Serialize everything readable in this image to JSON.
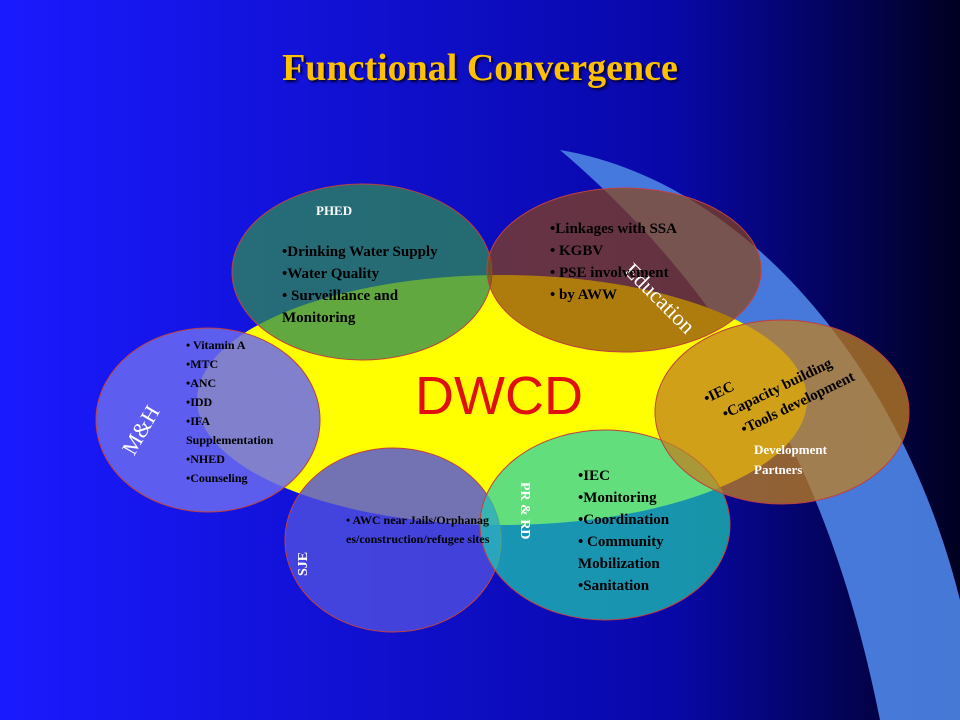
{
  "title": "Functional Convergence",
  "center_label": "DWCD",
  "nodes": {
    "phed": {
      "label": "PHED",
      "items": [
        "Drinking Water Supply",
        "Water Quality",
        " Surveillance and Monitoring"
      ]
    },
    "education": {
      "label": "Education",
      "items": [
        "Linkages with SSA",
        " KGBV",
        " PSE involvement",
        " by AWW"
      ]
    },
    "mh": {
      "label": "M&H",
      "items": [
        " Vitamin A",
        "MTC",
        "ANC",
        "IDD",
        "IFA Supplementation",
        "NHED",
        "Counseling"
      ]
    },
    "dev": {
      "label": "Development Partners",
      "items": [
        "IEC",
        "Capacity building",
        "Tools development"
      ]
    },
    "sje": {
      "label": "SJE",
      "items": [
        " AWC near Jails/Orphanages/construction/refugee sites"
      ]
    },
    "prrd": {
      "label": "PR & RD",
      "items": [
        "IEC",
        "Monitoring",
        "Coordination",
        " Community Mobilization",
        "Sanitation"
      ]
    }
  },
  "colors": {
    "title": "#ffc000",
    "center_oval": "#ffff00",
    "phed": "#2e8b57",
    "education": "#8b4513",
    "mh": "#6a6af0",
    "dev": "#b8860b",
    "sje": "#6060e0",
    "prrd": "#40d8a0"
  }
}
